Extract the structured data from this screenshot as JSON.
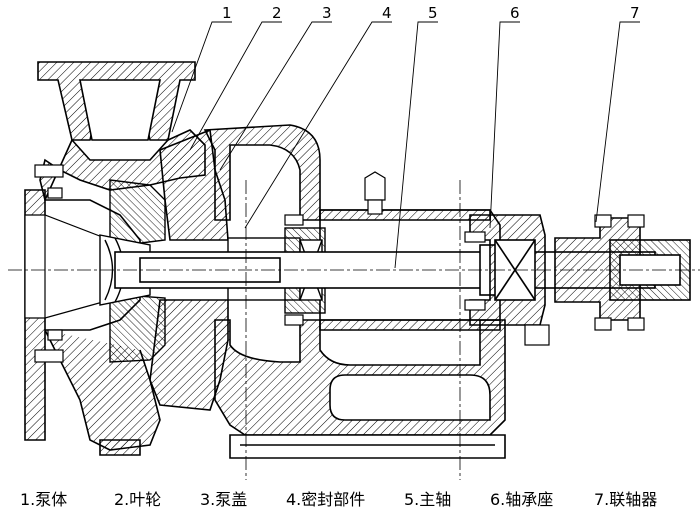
{
  "callouts": [
    {
      "num": "1",
      "part": "泵体"
    },
    {
      "num": "2",
      "part": "叶轮"
    },
    {
      "num": "3",
      "part": "泵盖"
    },
    {
      "num": "4",
      "part": "密封部件"
    },
    {
      "num": "5",
      "part": "主轴"
    },
    {
      "num": "6",
      "part": "轴承座"
    },
    {
      "num": "7",
      "part": "联轴器"
    }
  ],
  "caption": [
    "1.泵体",
    "2.叶轮",
    "3.泵盖",
    "4.密封部件",
    "5.主轴",
    "6.轴承座",
    "7.联轴器"
  ]
}
